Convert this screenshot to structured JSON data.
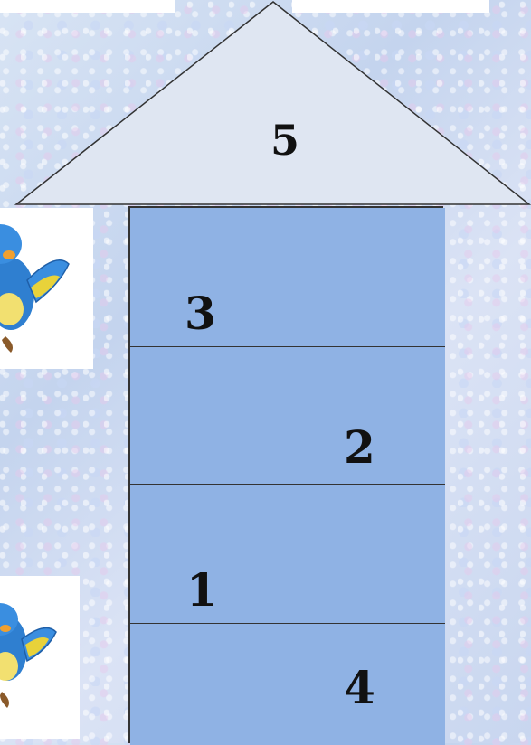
{
  "roof": {
    "label": "5"
  },
  "cells": [
    {
      "label": "3"
    },
    {
      "label": ""
    },
    {
      "label": ""
    },
    {
      "label": "2"
    },
    {
      "label": "1"
    },
    {
      "label": ""
    },
    {
      "label": ""
    },
    {
      "label": "4"
    }
  ],
  "colors": {
    "roof_fill": "#dfe6f2",
    "cell_fill": "#8fb2e4",
    "outline": "#333333"
  },
  "icons": [
    "bluebird-icon",
    "bluebird-icon"
  ]
}
